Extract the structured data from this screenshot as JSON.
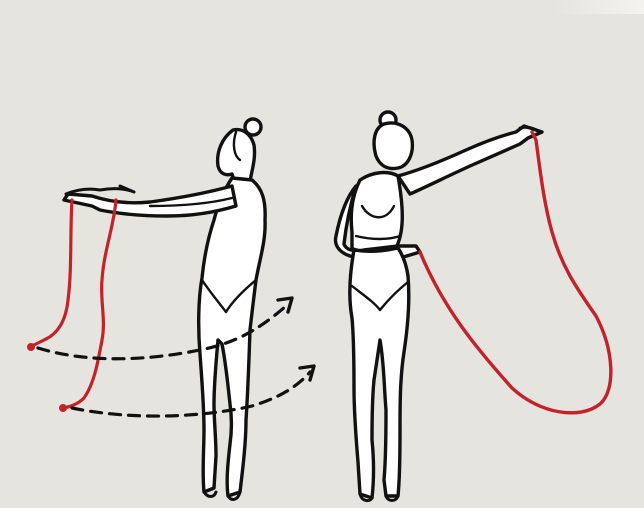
{
  "illustration": {
    "subject": "rhythmic-gymnast-rope-exercise",
    "figures": [
      "gymnast-front-rope-hold",
      "gymnast-side-arm-raise"
    ],
    "colors": {
      "background": "#e6e4df",
      "outline": "#111111",
      "body_fill": "#ffffff",
      "rope": "#c4222a",
      "motion_arrows": "#111111"
    },
    "icons": [
      "motion-arrow-icon",
      "rope-end-icon"
    ]
  }
}
